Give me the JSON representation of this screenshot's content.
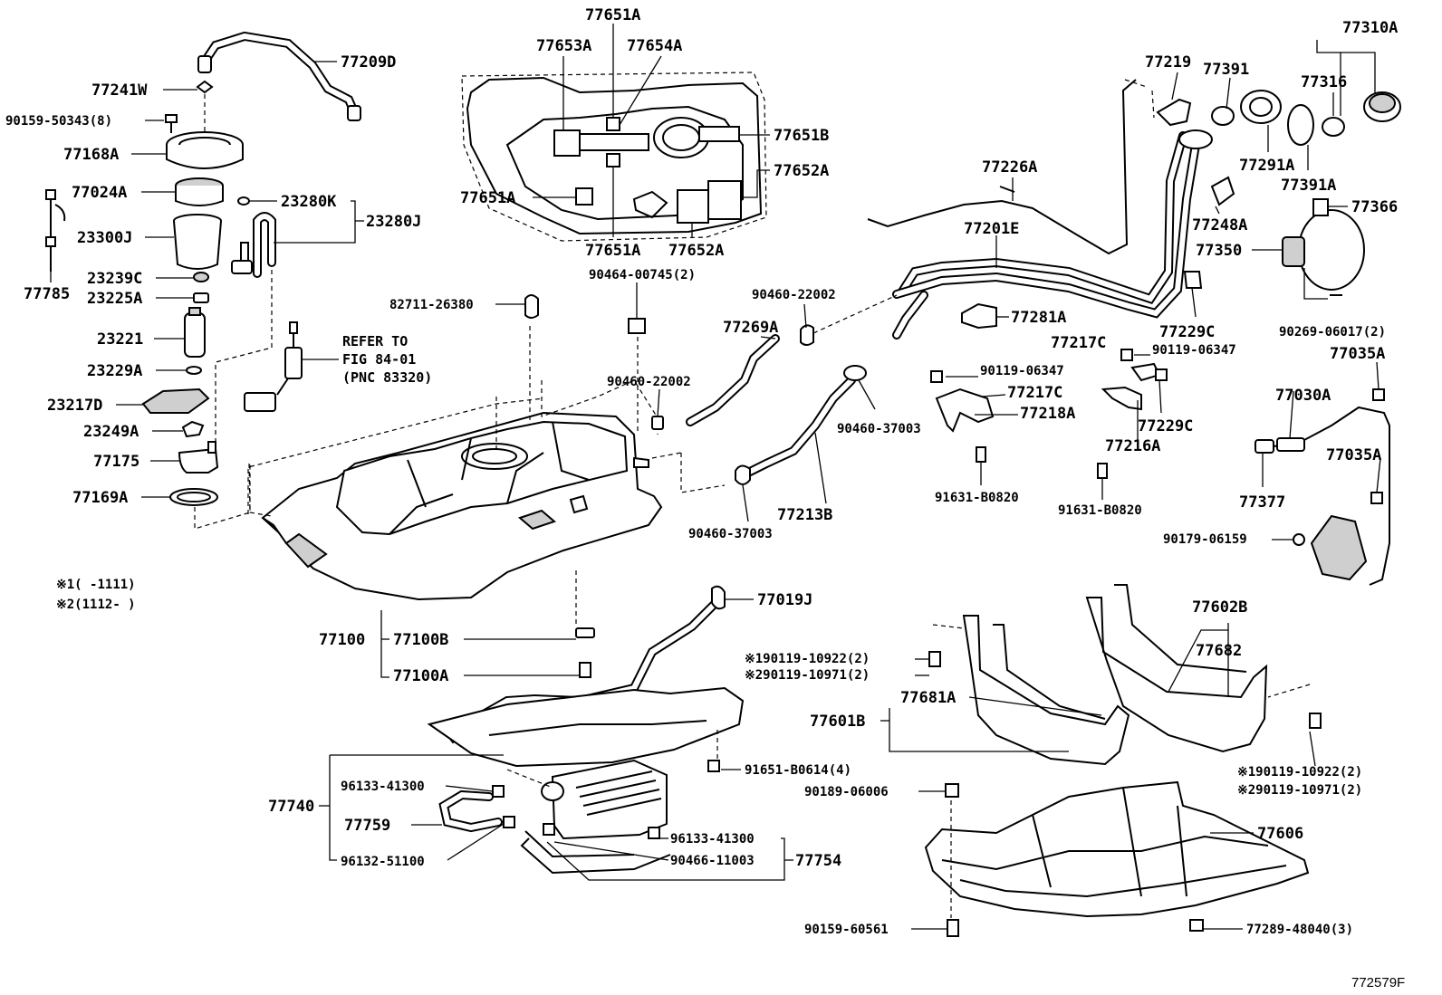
{
  "figure_id": "772579F",
  "notes": [
    {
      "mark": "※1",
      "range": "(    -1111)"
    },
    {
      "mark": "※2",
      "range": "(1112-    )"
    }
  ],
  "reference_note": [
    "REFER TO",
    "FIG 84-01",
    "(PNC 83320)"
  ],
  "labels": {
    "p77209D": "77209D",
    "p77241W": "77241W",
    "p90159_50343": "90159-50343(8)",
    "p77168A": "77168A",
    "p77024A": "77024A",
    "p23300J": "23300J",
    "p77785": "77785",
    "p23280K": "23280K",
    "p23280J": "23280J",
    "p23239C": "23239C",
    "p23225A": "23225A",
    "p23221": "23221",
    "p23229A": "23229A",
    "p23217D": "23217D",
    "p23249A": "23249A",
    "p77175": "77175",
    "p77169A": "77169A",
    "p82711_26380": "82711-26380",
    "p77651A_top": "77651A",
    "p77653A": "77653A",
    "p77654A": "77654A",
    "p77651B": "77651B",
    "p77652A_r": "77652A",
    "p77651A_l": "77651A",
    "p77651A_b": "77651A",
    "p77652A_b": "77652A",
    "p90464_00745": "90464-00745(2)",
    "p90460_22002_a": "90460-22002",
    "p77269A": "77269A",
    "p90460_22002_b": "90460-22002",
    "p77219": "77219",
    "p77391": "77391",
    "p77310A": "77310A",
    "p77316": "77316",
    "p77226A": "77226A",
    "p77291A": "77291A",
    "p77391A": "77391A",
    "p77366": "77366",
    "p77248A": "77248A",
    "p77201E": "77201E",
    "p77350": "77350",
    "p77281A": "77281A",
    "p77229C_a": "77229C",
    "p90269_06017": "90269-06017(2)",
    "p77217C_a": "77217C",
    "p90119_06347_a": "90119-06347",
    "p77035A_a": "77035A",
    "p90119_06347_b": "90119-06347",
    "p77217C_b": "77217C",
    "p77030A": "77030A",
    "p90460_37003_a": "90460-37003",
    "p77218A": "77218A",
    "p77229C_b": "77229C",
    "p77216A": "77216A",
    "p77035A_b": "77035A",
    "p91631_B0820_a": "91631-B0820",
    "p91631_B0820_b": "91631-B0820",
    "p77377": "77377",
    "p77213B": "77213B",
    "p90460_37003_b": "90460-37003",
    "p90179_06159": "90179-06159",
    "p77019J": "77019J",
    "p77602B": "77602B",
    "p77682": "77682",
    "p77100": "77100",
    "p77100B": "77100B",
    "p77100A": "77100A",
    "p90119_10922_a": "90119-10922(2)",
    "p90119_10971_a": "90119-10971(2)",
    "p77601B": "77601B",
    "p77681A": "77681A",
    "p91651_B0614": "91651-B0614(4)",
    "p96133_41300_a": "96133-41300",
    "p77740": "77740",
    "p77759": "77759",
    "p96132_51100": "96132-51100",
    "p96133_41300_b": "96133-41300",
    "p90466_11003": "90466-11003",
    "p77754": "77754",
    "p90189_06006": "90189-06006",
    "p77606": "77606",
    "p90119_10922_b": "90119-10922(2)",
    "p90119_10971_b": "90119-10971(2)",
    "p90159_60561": "90159-60561",
    "p77289_48040": "77289-48040(3)"
  },
  "note_marks": {
    "m1a": "※1",
    "m2a": "※2",
    "m1b": "※1",
    "m2b": "※2"
  }
}
